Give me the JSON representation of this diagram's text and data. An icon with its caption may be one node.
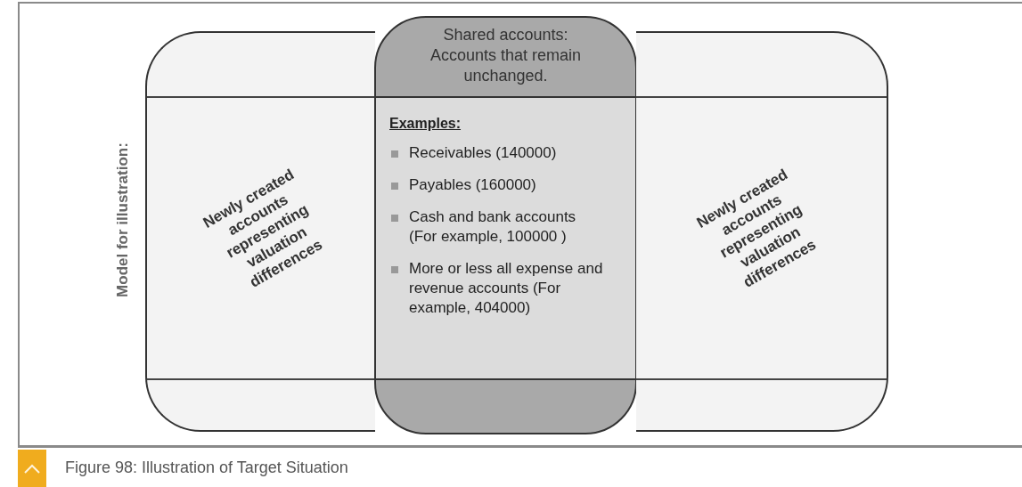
{
  "diagram": {
    "caption": "Figure 98: Illustration of Target Situation",
    "nodes": [
      {
        "text": [
          "Newly created accounts representing valuation differences"
        ]
      },
      {
        "text": [
          "Shared accounts: Accounts that remain unchanged.",
          "Examples:",
          "Receivables (140000)",
          "Payables (160000)",
          "Cash and bank accounts (For example, 100000 )",
          "More or less all expense and revenue accounts (For example, 404000)"
        ]
      },
      {
        "text": [
          "Newly created accounts representing valuation differences"
        ]
      }
    ],
    "edges": [],
    "labels": [
      "Model for illustration:"
    ]
  }
}
